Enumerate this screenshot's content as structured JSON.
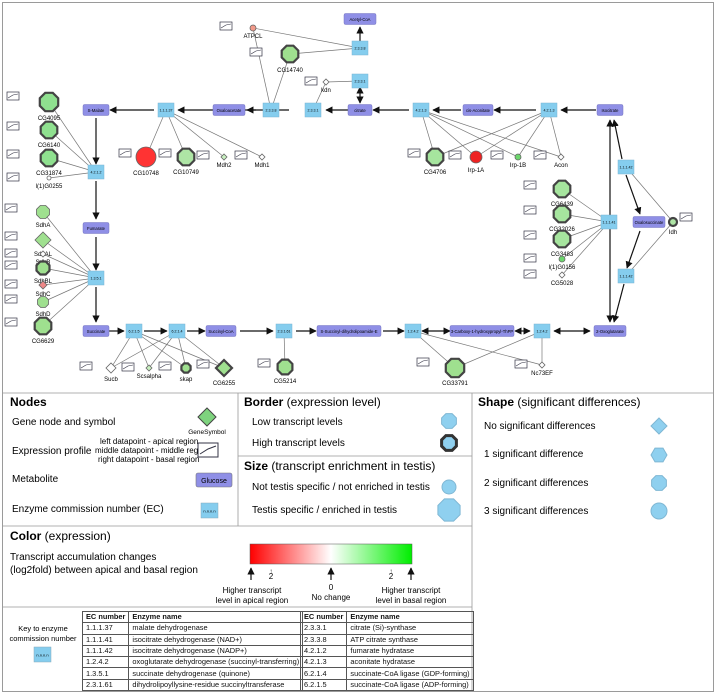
{
  "metabolites": {
    "acetyl_coa": "Acetyl-CoA",
    "s_malate": "S-Malate",
    "oxaloacetate": "Oxaloacetate",
    "citrate": "citrate",
    "cis_aconitate": "cis-Aconitate",
    "isocitrate": "Isocitrate",
    "oxalosuccinate": "Oxalosuccinate",
    "fumarate": "Fumarate",
    "succinate": "Succinate",
    "succinyl_coa": "Succinyl-CoA",
    "s_succinyl_dihydrolipoamide": "S-Succinyl-dihydrolipoamide-E",
    "carboxy_hydroxypropyl_tpp": "3-Carboxy-1-hydroxypropyl-ThPP",
    "oxoglutarate": "2-Oxoglutarate"
  },
  "enzymes": {
    "e_2338": "2.3.3.8",
    "e_2331_top": "2.3.3.1",
    "e_11137": "1.1.1.37",
    "e_2338_b": "2.3.3.8",
    "e_2331": "2.3.3.1",
    "e_4213": "4.2.1.3",
    "e_4213_b": "4.2.1.3",
    "e_4212": "4.2.1.2",
    "e_1351": "1.3.5.1",
    "e_11142_top": "1.1.1.42",
    "e_11141": "1.1.1.41",
    "e_11142_bot": "1.1.1.42",
    "e_6215": "6.2.1.5",
    "e_6214": "6.2.1.4",
    "e_23161": "2.3.1.61",
    "e_1242": "1.2.4.2",
    "e_1242_b": "1.2.4.2"
  },
  "genes": {
    "atpcl": "ATPCL",
    "cg14740": "CG14740",
    "kdn": "kdn",
    "cg4095": "CG4095",
    "cg6140": "CG6140",
    "cg31874": "CG31874",
    "l1g0255": "l(1)G0255",
    "cg10748": "CG10748",
    "cg10749": "CG10749",
    "mdh2": "Mdh2",
    "mdh1": "Mdh1",
    "cg4706": "CG4706",
    "irp1a": "Irp-1A",
    "irp1b": "Irp-1B",
    "acon": "Acon",
    "sdha": "SdhA",
    "sdhal": "SdhAL",
    "sdhb": "SdhB",
    "sdhbl": "SdhBL",
    "sdhc": "SdhC",
    "sdhd": "SdhD",
    "cg6629": "CG6629",
    "cg6439": "CG6439",
    "cg32026": "CG32026",
    "cg3483": "CG3483",
    "l1g0156": "l(1)G0156",
    "cg5028": "CG5028",
    "idh": "Idh",
    "sucb": "Sucb",
    "scsalpha": "Scsalpha",
    "skap": "skap",
    "cg6255": "CG6255",
    "cg5214": "CG5214",
    "cg33791": "CG33791",
    "nc73ef": "Nc73EF"
  },
  "legend": {
    "nodes": {
      "title": "Nodes",
      "gene_node": "Gene node and symbol",
      "gene_symbol": "GeneSymbol",
      "expression_profile": "Expression profile",
      "profile_lines": [
        "left datapoint - apical region",
        "middle datapoint - middle region",
        "right datapoint - basal region"
      ],
      "metabolite": "Metabolite",
      "metabolite_example": "Glucose",
      "ec": "Enzyme commission number (EC)",
      "ec_example": "n.n.n.n"
    },
    "border": {
      "title": "Border",
      "title_suffix": " (expression level)",
      "low": "Low transcript levels",
      "high": "High transcript levels"
    },
    "size": {
      "title": "Size",
      "title_suffix": " (transcript enrichment in testis)",
      "not": "Not testis specific / not enriched in testis",
      "yes": "Testis specific / enriched in testis"
    },
    "shape": {
      "title": "Shape",
      "title_suffix": " (significant differences)",
      "items": [
        "No significant differences",
        "1 significant difference",
        "2 significant differences",
        "3 significant differences"
      ]
    },
    "color": {
      "title": "Color",
      "title_suffix": " (expression)",
      "desc_line1": "Transcript accumulation changes",
      "desc_line2": "(log2fold) between apical and basal region",
      "tick_left": "2",
      "tick_mid": "0",
      "tick_right": "2",
      "left_line1": "Higher transcript",
      "left_line2": "level in apical region",
      "mid": "No change",
      "right_line1": "Higher transcript",
      "right_line2": "level in basal region",
      "color_high_apical": "#ff0000",
      "color_neutral": "#ffffff",
      "color_high_basal": "#00ee00"
    },
    "key": {
      "label_line1": "Key to enzyme",
      "label_line2": "commission number",
      "example": "n.n.n.n",
      "col_ec": "EC number",
      "col_name": "Enzyme name",
      "left": [
        [
          "1.1.1.37",
          "malate dehydrogenase"
        ],
        [
          "1.1.1.41",
          "isocitrate dehydrogenase (NAD+)"
        ],
        [
          "1.1.1.42",
          "isocitrate dehydrogenase (NADP+)"
        ],
        [
          "1.2.4.2",
          "oxoglutarate dehydrogenase (succinyl-transferring)"
        ],
        [
          "1.3.5.1",
          "succinate dehydrogenase (quinone)"
        ],
        [
          "2.3.1.61",
          "dihydrolipoyllysine-residue succinyltransferase"
        ]
      ],
      "right": [
        [
          "2.3.3.1",
          "citrate (Si)-synthase"
        ],
        [
          "2.3.3.8",
          "ATP citrate synthase"
        ],
        [
          "4.2.1.2",
          "fumarate hydratase"
        ],
        [
          "4.2.1.3",
          "aconitate hydratase"
        ],
        [
          "6.2.1.4",
          "succinate-CoA ligase (GDP-forming)"
        ],
        [
          "6.2.1.5",
          "succinate-CoA ligase (ADP-forming)"
        ]
      ]
    }
  }
}
